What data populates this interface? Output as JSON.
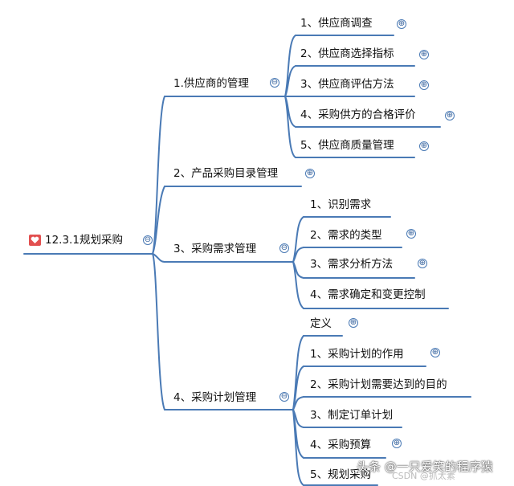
{
  "root": {
    "label": "12.3.1规划采购",
    "icon": "heart-icon"
  },
  "branches": [
    {
      "label": "1.供应商的管理",
      "children": [
        "1、供应商调查",
        "2、供应商选择指标",
        "3、供应商评估方法",
        "4、采购供方的合格评价",
        "5、供应商质量管理"
      ]
    },
    {
      "label": "2、产品采购目录管理",
      "children": []
    },
    {
      "label": "3、采购需求管理",
      "children": [
        "1、识别需求",
        "2、需求的类型",
        "3、需求分析方法",
        "4、需求确定和变更控制"
      ]
    },
    {
      "label": "4、采购计划管理",
      "children": [
        "定义",
        "1、采购计划的作用",
        "2、采购计划需要达到的目的",
        "3、制定订单计划",
        "4、采购预算",
        "5、规划采购"
      ]
    }
  ],
  "controls": {
    "collapse_symbol": "⊖",
    "expand_symbol": "⊕"
  },
  "watermark": {
    "text": "头条 @一只爱笑的程序猿",
    "sub": "CSDN @抓太素"
  },
  "colors": {
    "line": "#4a7ab5",
    "root_icon": "#e25050"
  }
}
